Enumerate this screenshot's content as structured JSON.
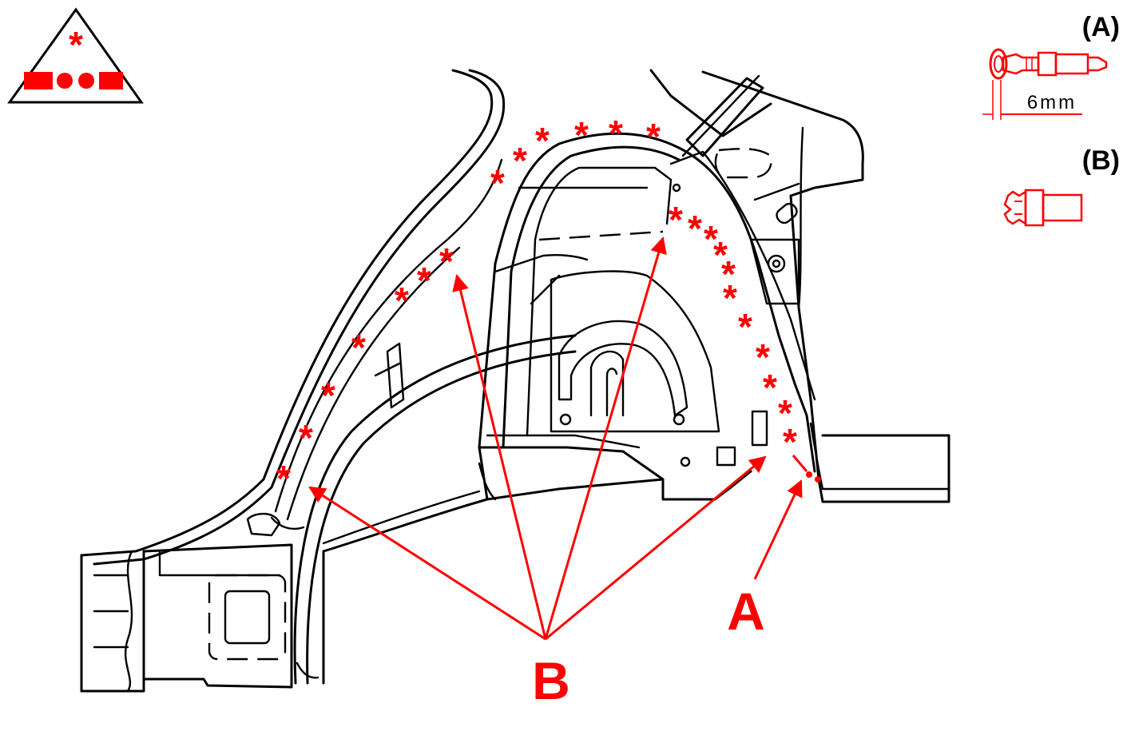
{
  "colors": {
    "accent": "#ff0000",
    "line": "#000000",
    "background": "#ffffff"
  },
  "symbol": {
    "icon": "triangle-weld-symbol-icon",
    "glyph": "*"
  },
  "legend": {
    "a": {
      "label": "(A)",
      "dimension": "6mm",
      "icon": "plug-weld-tool-icon"
    },
    "b": {
      "label": "(B)",
      "icon": "spot-drill-tool-icon"
    }
  },
  "callouts": {
    "a": "A",
    "b": "B"
  },
  "weld_marker": {
    "glyph": "*"
  }
}
